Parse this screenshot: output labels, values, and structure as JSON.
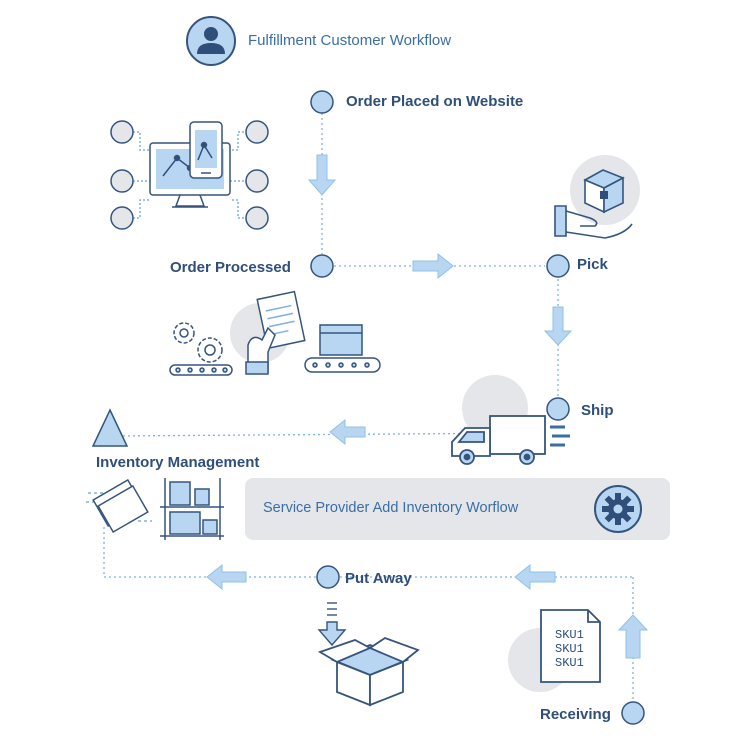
{
  "header": {
    "title": "Fulfillment Customer Workflow",
    "icon": "user-icon"
  },
  "steps": {
    "order_placed": "Order Placed on Website",
    "order_processed": "Order Processed",
    "pick": "Pick",
    "ship": "Ship",
    "inventory_management": "Inventory Management",
    "put_away": "Put Away",
    "receiving": "Receiving"
  },
  "banner": {
    "label": "Service Provider Add Inventory Worflow",
    "icon": "gear-icon"
  },
  "sku_lines": [
    "SKU1",
    "SKU1",
    "SKU1"
  ],
  "colors": {
    "node_fill": "#b8d6f1",
    "node_stroke": "#35557d",
    "accent": "#3a6ea5",
    "arrow": "#b8d6f1",
    "grey_circle": "#e4e6ea"
  }
}
